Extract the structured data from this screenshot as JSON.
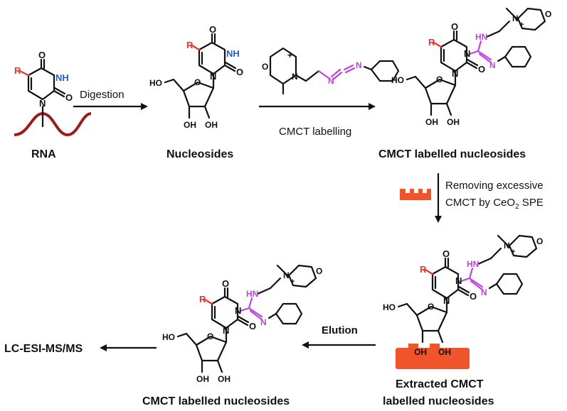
{
  "colors": {
    "r_group": "#e8332a",
    "nh_n": "#1f5fd6",
    "cmct_linker": "#c040e0",
    "sorbent": "#f0542a",
    "rna_strand": "#9b1c1c"
  },
  "labels": {
    "rna": "RNA",
    "nucleosides": "Nucleosides",
    "cmct_labelled_top": "CMCT labelled nucleosides",
    "extracted_line1": "Extracted CMCT",
    "extracted_line2": "labelled nucleosides",
    "cmct_labelled_bottom": "CMCT labelled nucleosides",
    "lcms": "LC-ESI-MS/MS"
  },
  "arrows": {
    "digestion": "Digestion",
    "cmct_labelling": "CMCT labelling",
    "removing_line1": "Removing excessive",
    "removing_line2_prefix": "CMCT by CeO",
    "removing_line2_sub": "2",
    "removing_line2_suffix": " SPE",
    "elution": "Elution"
  },
  "atoms": {
    "r": "R",
    "o": "O",
    "nh": "NH",
    "n": "N",
    "hn": "HN",
    "ho": "HO",
    "oh": "OH",
    "plus": "+"
  }
}
